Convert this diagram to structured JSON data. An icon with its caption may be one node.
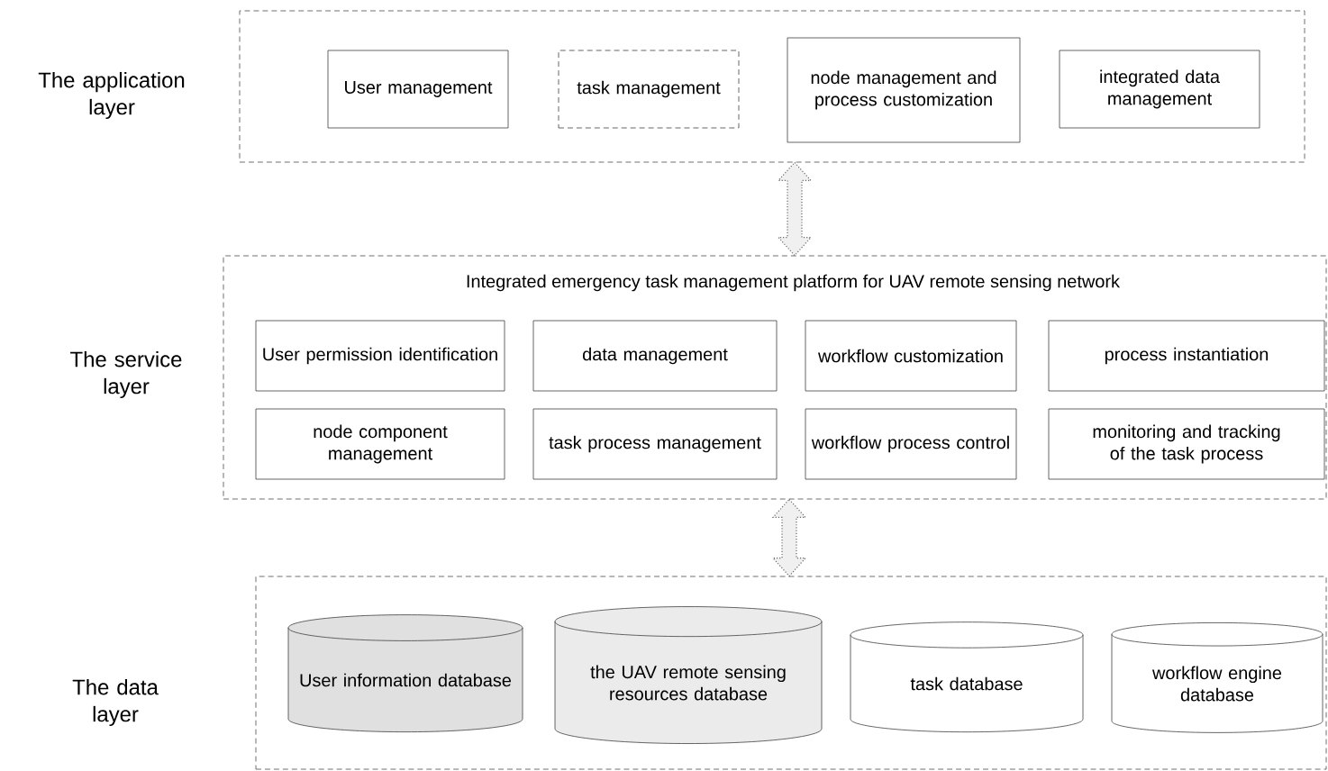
{
  "diagram": {
    "nodes": [
      {
        "text": [
          "The application layer"
        ]
      },
      {
        "text": [
          "User management"
        ],
        "in": 0
      },
      {
        "text": [
          "task management"
        ],
        "in": 0
      },
      {
        "text": [
          "node management and process customization"
        ],
        "in": 0
      },
      {
        "text": [
          "integrated data management"
        ],
        "in": 0
      },
      {
        "text": [
          "The service layer",
          "Integrated emergency task management platform for UAV remote sensing network"
        ]
      },
      {
        "text": [
          "User permission identification"
        ],
        "in": 5
      },
      {
        "text": [
          "data management"
        ],
        "in": 5
      },
      {
        "text": [
          "workflow customization"
        ],
        "in": 5
      },
      {
        "text": [
          "process instantiation"
        ],
        "in": 5
      },
      {
        "text": [
          "node component management"
        ],
        "in": 5
      },
      {
        "text": [
          "task process management"
        ],
        "in": 5
      },
      {
        "text": [
          "workflow process control"
        ],
        "in": 5
      },
      {
        "text": [
          "monitoring and tracking of the task process"
        ],
        "in": 5
      },
      {
        "text": [
          "The data layer"
        ]
      },
      {
        "text": [
          "User information database"
        ],
        "in": 14
      },
      {
        "text": [
          "the UAV remote sensing resources database"
        ],
        "in": 14
      },
      {
        "text": [
          "task database"
        ],
        "in": 14
      },
      {
        "text": [
          "workflow engine database"
        ],
        "in": 14
      }
    ],
    "edges": [
      {
        "from": 0,
        "to": 5,
        "arrow": "both",
        "style": "dashed"
      },
      {
        "from": 5,
        "to": 14,
        "arrow": "both",
        "style": "dashed"
      }
    ]
  }
}
